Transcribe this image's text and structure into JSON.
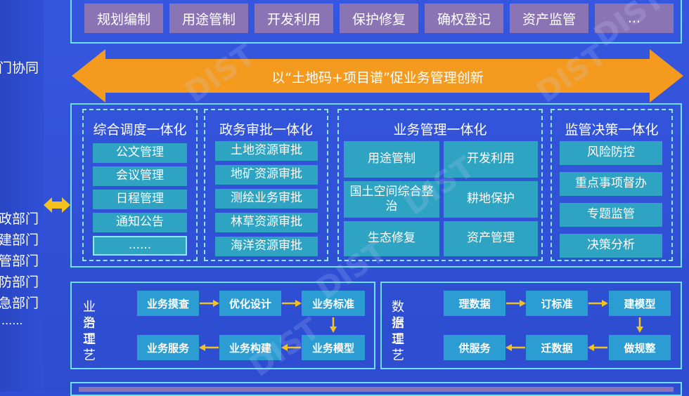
{
  "left_labels": [
    "门协同",
    "政部门",
    "建部门",
    "管部门",
    "防部门",
    "急部门",
    "......"
  ],
  "top_row": [
    "规划编制",
    "用途管制",
    "开发利用",
    "保护修复",
    "确权登记",
    "资产监管",
    "..."
  ],
  "banner_text": "以“土地码+项目谱”促业务管理创新",
  "groups": {
    "g1": {
      "title": "综合调度一体化",
      "items": [
        "公文管理",
        "会议管理",
        "日程管理",
        "通知公告",
        "......"
      ]
    },
    "g2": {
      "title": "政务审批一体化",
      "items": [
        "土地资源审批",
        "地矿资源审批",
        "测绘业务审批",
        "林草资源审批",
        "海洋资源审批"
      ]
    },
    "g3": {
      "title": "业务管理一体化",
      "items": [
        "用途管制",
        "开发利用",
        "国土空间综合整治",
        "耕地保护",
        "生态修复",
        "资产管理"
      ]
    },
    "g4": {
      "title": "监管决策一体化",
      "items": [
        "风险防控",
        "重点事项督办",
        "专题监管",
        "决策分析"
      ]
    }
  },
  "business_process": {
    "label": [
      "业务",
      "治理",
      "工艺"
    ],
    "steps": [
      "业务摸查",
      "优化设计",
      "业务标准",
      "业务模型",
      "业务构建",
      "业务服务"
    ]
  },
  "data_process": {
    "label": [
      "数据",
      "治理",
      "工艺"
    ],
    "steps": [
      "理数据",
      "订标准",
      "建模型",
      "做规整",
      "迁数据",
      "供服务"
    ]
  },
  "watermark": "DIST",
  "colors": {
    "background": "#3557df",
    "accent_border": "#6fe0ef",
    "item_fill": "#2fa3c2",
    "banner": "#f39a1f",
    "top_button": "#8a74b4"
  }
}
